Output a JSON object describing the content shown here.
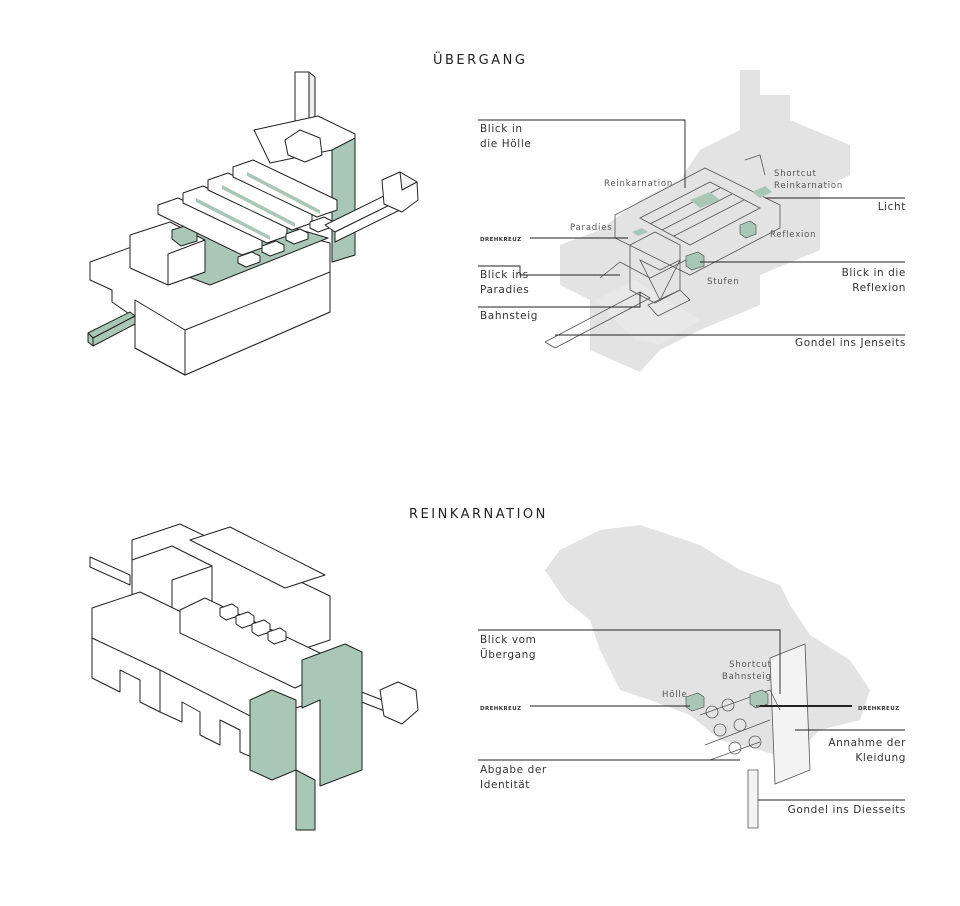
{
  "sections": [
    {
      "title": "ÜBERGANG",
      "labels": {
        "blick_hoelle": "Blick in\ndie Hölle",
        "reinkarnation": "Reinkarnation",
        "shortcut_reinkarnation": "Shortcut\nReinkarnation",
        "licht": "Licht",
        "paradies": "Paradies",
        "drehkreuz": "DREHKREUZ",
        "reflexion_small": "Reflexion",
        "blick_paradies": "Blick ins\nParadies",
        "stufen": "Stufen",
        "blick_reflexion": "Blick in die\nReflexion",
        "bahnsteig": "Bahnsteig",
        "gondel_jenseits": "Gondel ins Jenseits"
      }
    },
    {
      "title": "REINKARNATION",
      "labels": {
        "blick_uebergang": "Blick vom\nÜbergang",
        "shortcut_bahnsteig": "Shortcut\nBahnsteig",
        "hoelle": "Hölle",
        "drehkreuz_left": "DREHKREUZ",
        "drehkreuz_right": "DREHKREUZ",
        "annahme_kleidung": "Annahme der\nKleidung",
        "abgabe_identitaet": "Abgabe der\nIdentität",
        "gondel_diesseits": "Gondel ins Diesseits"
      }
    }
  ],
  "colors": {
    "accent_green": "#a9c7b6",
    "shadow_gray": "#e3e3e3",
    "line": "#222222"
  }
}
